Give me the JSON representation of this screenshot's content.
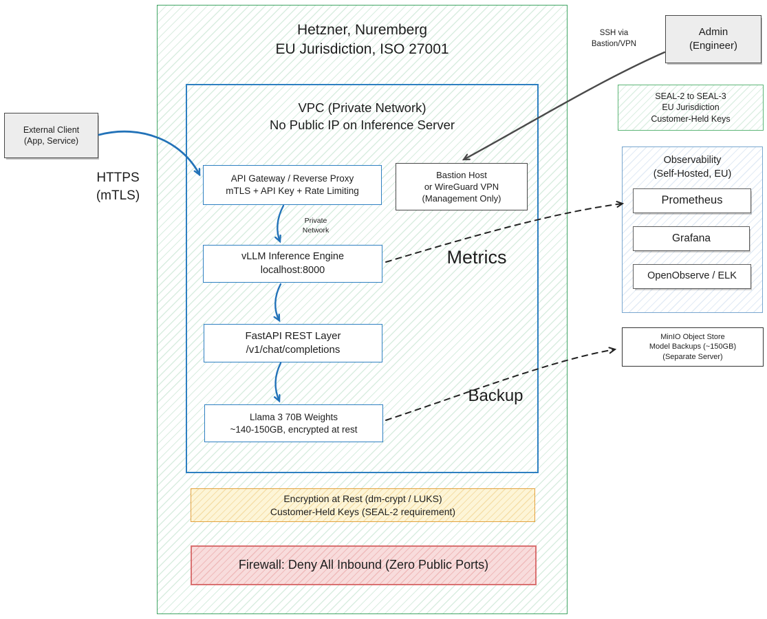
{
  "colors": {
    "green_border": "#3fa463",
    "blue_border": "#2d7fc1",
    "arrow_blue": "#2272b8",
    "dark": "#474747",
    "gray_fill": "#ededed",
    "obs_border": "#78a6cf",
    "yellow_border": "#e3a23e",
    "red_border": "#d97070",
    "text": "#1d1d1d"
  },
  "regions": {
    "hetzner": {
      "line1": "Hetzner, Nuremberg",
      "line2": "EU Jurisdiction, ISO 27001"
    },
    "vpc": {
      "line1": "VPC (Private Network)",
      "line2": "No Public IP on Inference Server"
    },
    "observability": {
      "line1": "Observability",
      "line2": "(Self-Hosted, EU)",
      "items": [
        "Prometheus",
        "Grafana",
        "OpenObserve / ELK"
      ]
    }
  },
  "nodes": {
    "external_client": {
      "line1": "External Client",
      "line2": "(App, Service)"
    },
    "admin": {
      "line1": "Admin",
      "line2": "(Engineer)"
    },
    "api_gateway": {
      "line1": "API Gateway / Reverse Proxy",
      "line2": "mTLS + API Key + Rate Limiting"
    },
    "bastion": {
      "line1": "Bastion Host",
      "line2": "or WireGuard VPN",
      "line3": "(Management Only)"
    },
    "vllm": {
      "line1": "vLLM Inference Engine",
      "line2": "localhost:8000"
    },
    "fastapi": {
      "line1": "FastAPI REST Layer",
      "line2": "/v1/chat/completions"
    },
    "llama": {
      "line1": "Llama 3 70B Weights",
      "line2": "~140-150GB, encrypted at rest"
    },
    "seal": {
      "line1": "SEAL-2 to SEAL-3",
      "line2": "EU Jurisdiction",
      "line3": "Customer-Held Keys"
    },
    "minio": {
      "line1": "MinIO Object Store",
      "line2": "Model Backups (~150GB)",
      "line3": "(Separate Server)"
    },
    "encryption": {
      "line1": "Encryption at Rest (dm-crypt / LUKS)",
      "line2": "Customer-Held Keys (SEAL-2 requirement)"
    },
    "firewall": {
      "line1": "Firewall: Deny All Inbound (Zero Public Ports)"
    }
  },
  "labels": {
    "https": {
      "line1": "HTTPS",
      "line2": "(mTLS)"
    },
    "ssh": {
      "line1": "SSH via",
      "line2": "Bastion/VPN"
    },
    "private_network": {
      "line1": "Private",
      "line2": "Network"
    },
    "metrics": "Metrics",
    "backup": "Backup"
  }
}
